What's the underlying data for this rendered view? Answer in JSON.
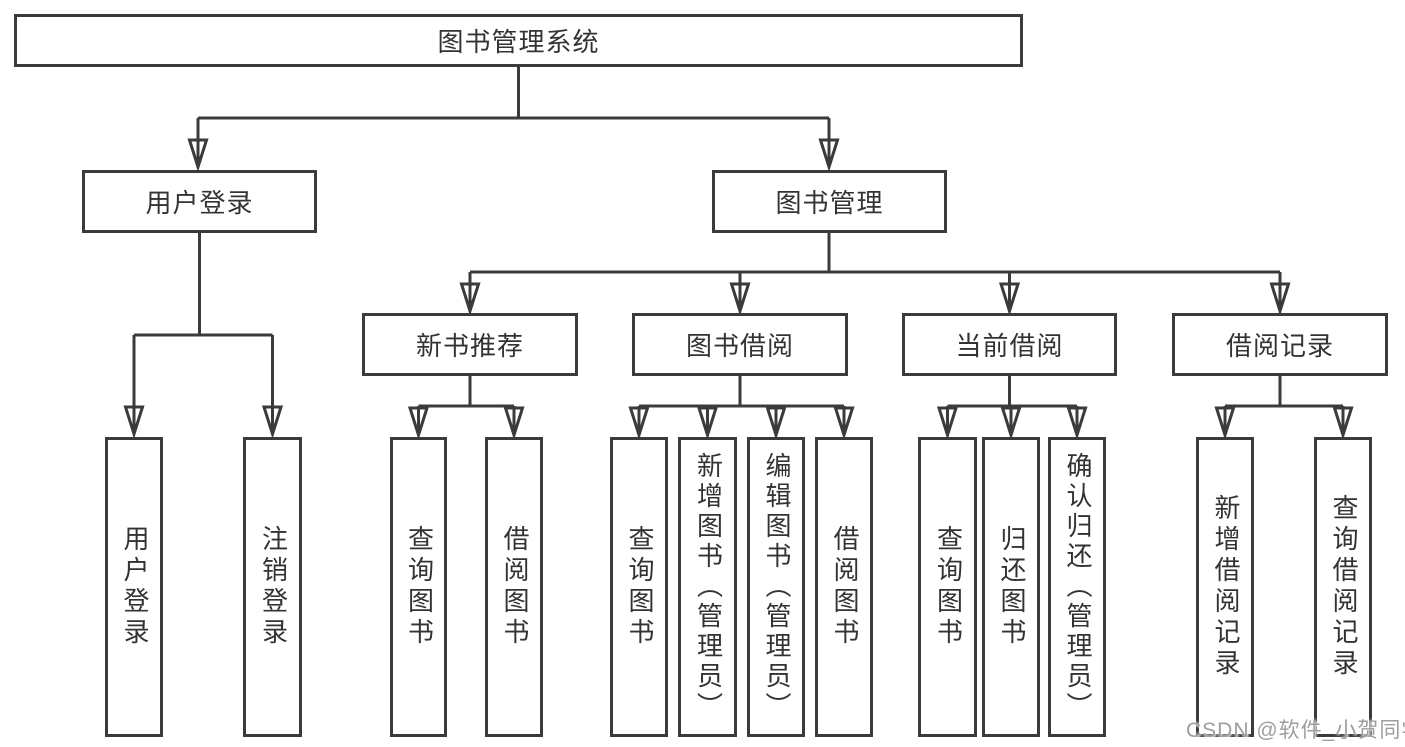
{
  "tree": {
    "root": "图书管理系统",
    "children": [
      {
        "label": "用户登录",
        "children": [
          "用户登录",
          "注销登录"
        ]
      },
      {
        "label": "图书管理",
        "children": [
          {
            "label": "新书推荐",
            "children": [
              "查询图书",
              "借阅图书"
            ]
          },
          {
            "label": "图书借阅",
            "children": [
              "查询图书",
              "新增图书（管理员）",
              "编辑图书（管理员）",
              "借阅图书"
            ]
          },
          {
            "label": "当前借阅",
            "children": [
              "查询图书",
              "归还图书",
              "确认归还（管理员）"
            ]
          },
          {
            "label": "借阅记录",
            "children": [
              "新增借阅记录",
              "查询借阅记录"
            ]
          }
        ]
      }
    ]
  },
  "watermark": "CSDN @软件_小贺同学",
  "colors": {
    "line": "#3b3b3b",
    "text": "#333333",
    "watermark": "#9e9e9e",
    "background": "#ffffff"
  }
}
